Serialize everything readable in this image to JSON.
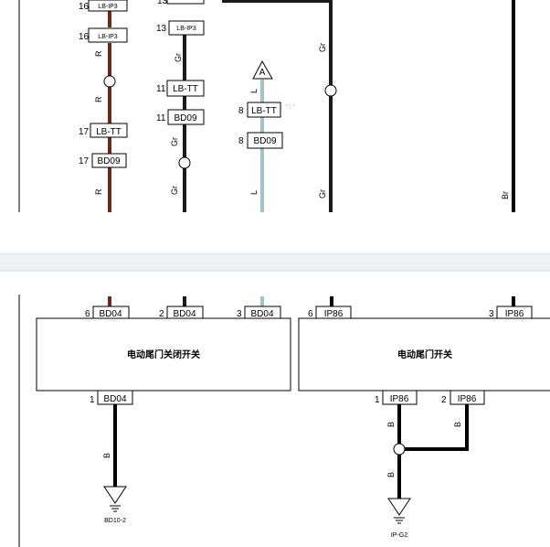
{
  "top": {
    "connectors": [
      {
        "pin": "16",
        "name": "LB-IP3"
      },
      {
        "pin": "16",
        "name": "LB-IP3"
      },
      {
        "pin": "13",
        "name": "LB-IP3"
      },
      {
        "pin": "11",
        "name": "LB-TT"
      },
      {
        "pin": "11",
        "name": "BD09"
      },
      {
        "pin": "17",
        "name": "LB-TT"
      },
      {
        "pin": "17",
        "name": "BD09"
      },
      {
        "pin": "8",
        "name": "LB-TT"
      },
      {
        "pin": "8",
        "name": "BD09"
      }
    ],
    "wire_labels": {
      "r1": "R",
      "r2": "R",
      "r3": "R",
      "gr1": "Gr",
      "gr2": "Gr",
      "gr3": "Gr",
      "gr4": "Gr",
      "gr5": "Gr",
      "l1": "L",
      "l2": "L",
      "br": "Br"
    },
    "offpage_marker": "A",
    "watermark": "Fc.?1?"
  },
  "bottom": {
    "left_component": {
      "title": "电动尾门关闭开关",
      "top_connectors": [
        {
          "pin": "6",
          "name": "BD04"
        },
        {
          "pin": "2",
          "name": "BD04"
        },
        {
          "pin": "3",
          "name": "BD04"
        }
      ],
      "bottom_connector": {
        "pin": "1",
        "name": "BD04"
      },
      "wire_label": "B",
      "ground": "BD10-2"
    },
    "right_component": {
      "title": "电动尾门开关",
      "top_connectors": [
        {
          "pin": "6",
          "name": "IP86"
        },
        {
          "pin": "3",
          "name": "IP86"
        }
      ],
      "bottom_connectors": [
        {
          "pin": "1",
          "name": "IP86"
        },
        {
          "pin": "2",
          "name": "IP86"
        }
      ],
      "wire_labels": {
        "b1": "B",
        "b2": "B",
        "b3": "B"
      },
      "ground": "IP-G2"
    }
  },
  "colors": {
    "wire_red": "#6a2a1e",
    "wire_gray": "#1a1a1a",
    "wire_blue": "#9fc3c8",
    "wire_black": "#000000",
    "divider": "#dfe3e6"
  }
}
